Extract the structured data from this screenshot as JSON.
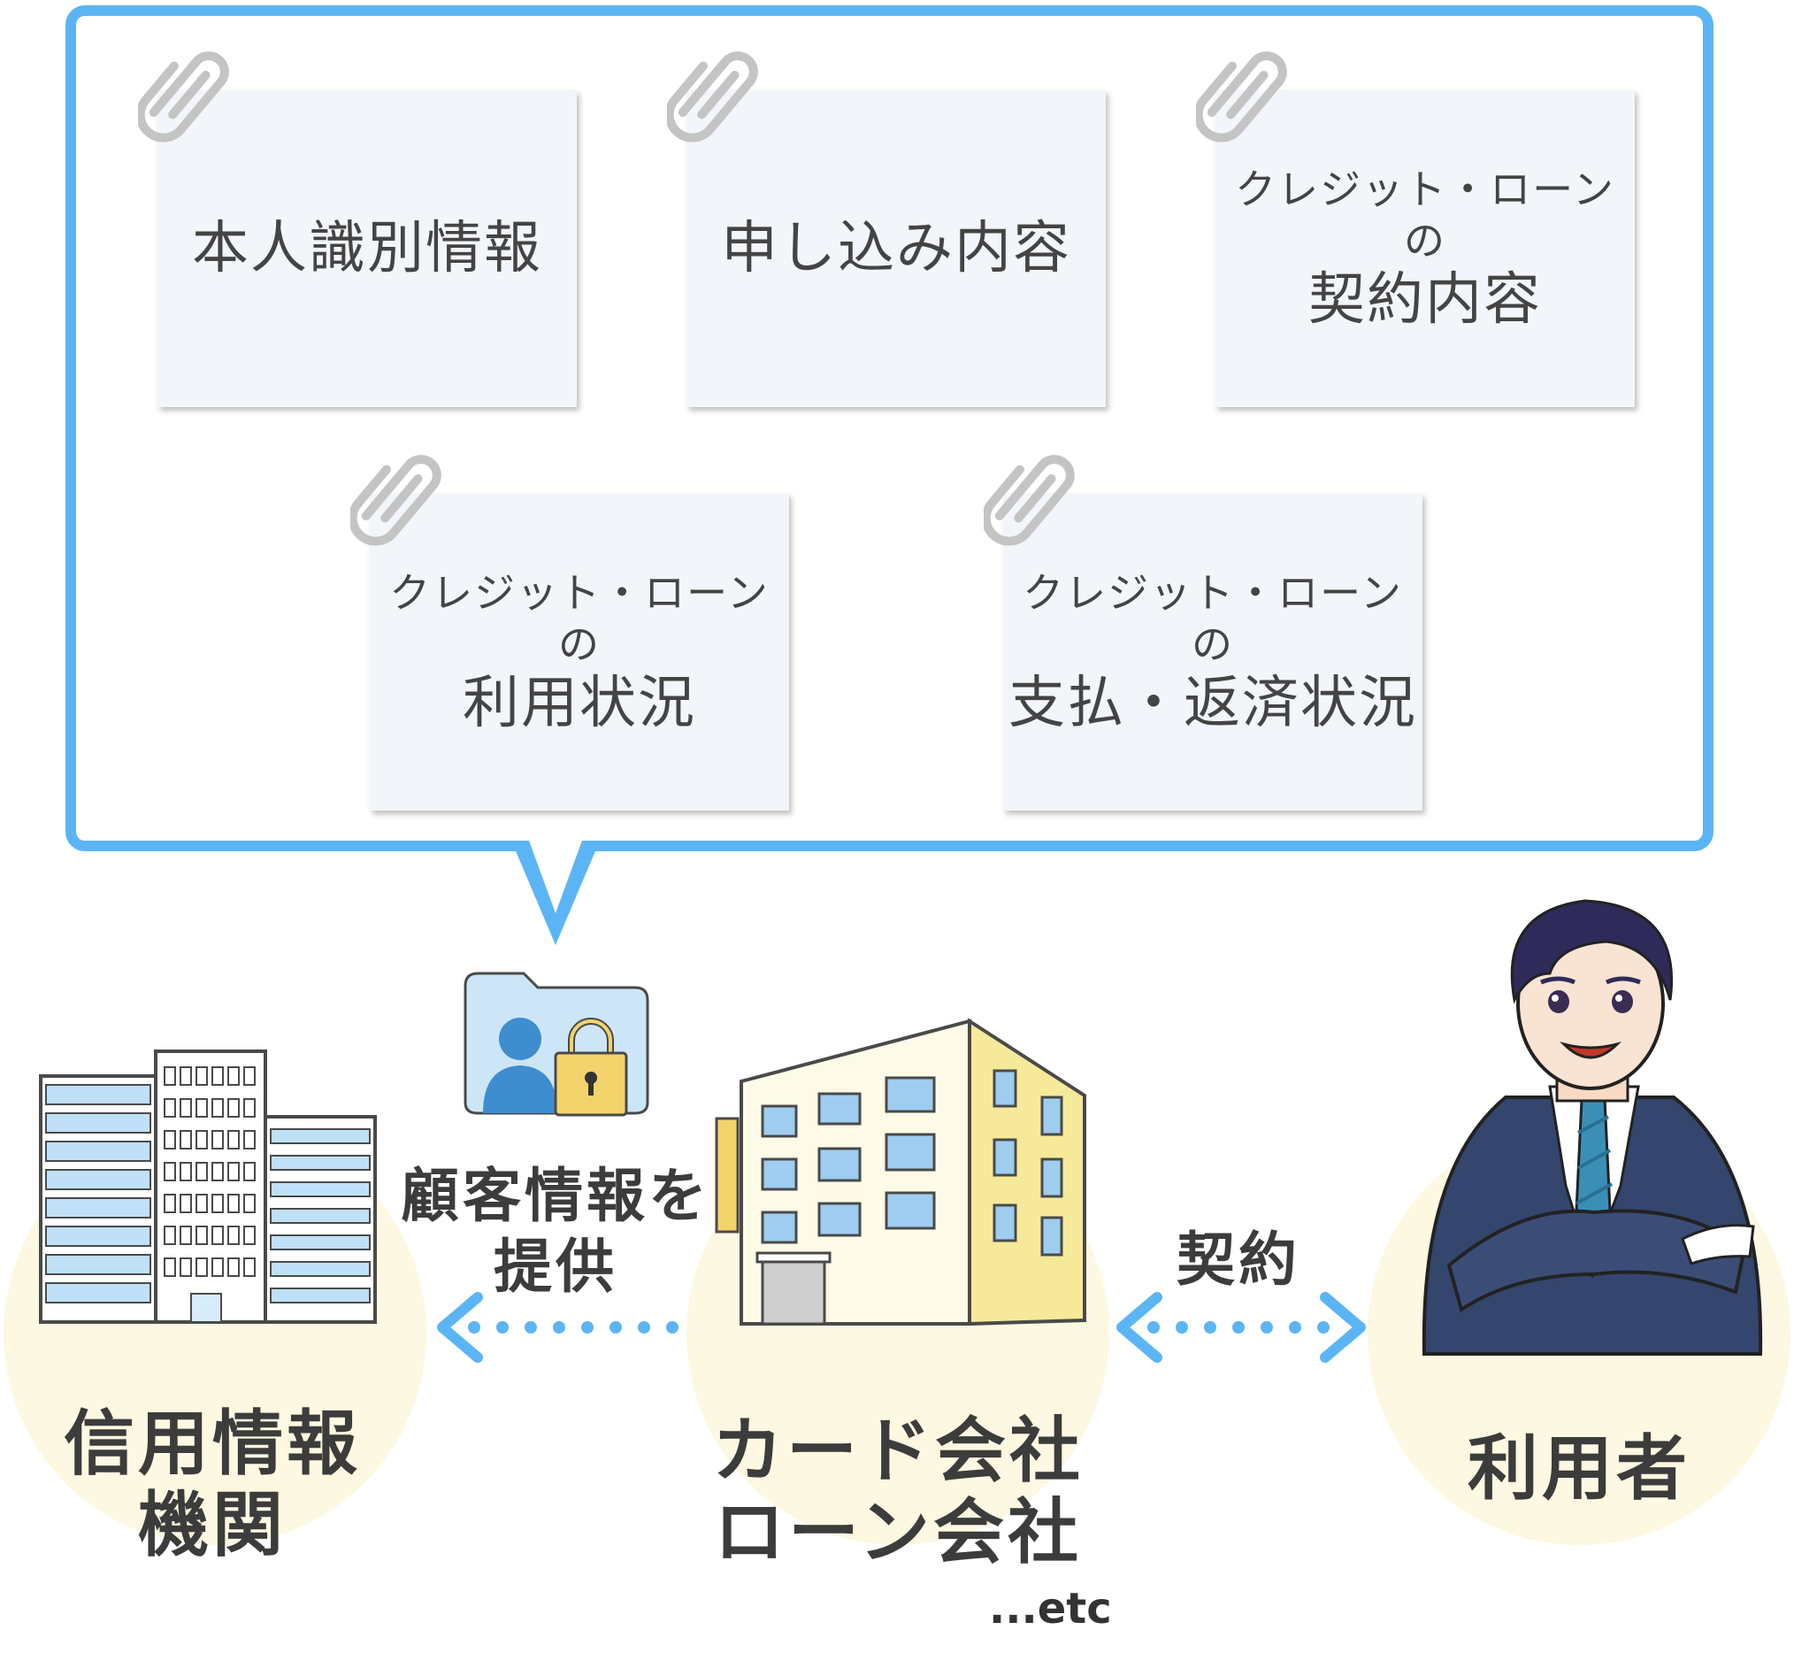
{
  "cards": [
    {
      "small": "",
      "sub": "",
      "big": "本人識別情報"
    },
    {
      "small": "",
      "sub": "",
      "big": "申し込み内容"
    },
    {
      "small": "クレジット・ローン",
      "sub": "の",
      "big": "契約内容"
    },
    {
      "small": "クレジット・ローン",
      "sub": "の",
      "big": "利用状況"
    },
    {
      "small": "クレジット・ローン",
      "sub": "の",
      "big": "支払・返済状況"
    }
  ],
  "entities": {
    "bureau": {
      "line1": "信用情報",
      "line2": "機関"
    },
    "company": {
      "line1": "カード会社",
      "line2": "ローン会社",
      "etc": "...etc"
    },
    "user": {
      "label": "利用者"
    }
  },
  "arrows": {
    "provide": {
      "line1": "顧客情報を",
      "line2": "提供"
    },
    "contract": {
      "label": "契約"
    }
  },
  "icons": [
    "paperclip-icon",
    "customer-folder-lock-icon",
    "office-tower-icon",
    "company-building-icon",
    "businessman-illustration"
  ],
  "colors": {
    "accent": "#5bb5f5",
    "circle": "#fdf8e1",
    "card": "#f2f5f9"
  }
}
